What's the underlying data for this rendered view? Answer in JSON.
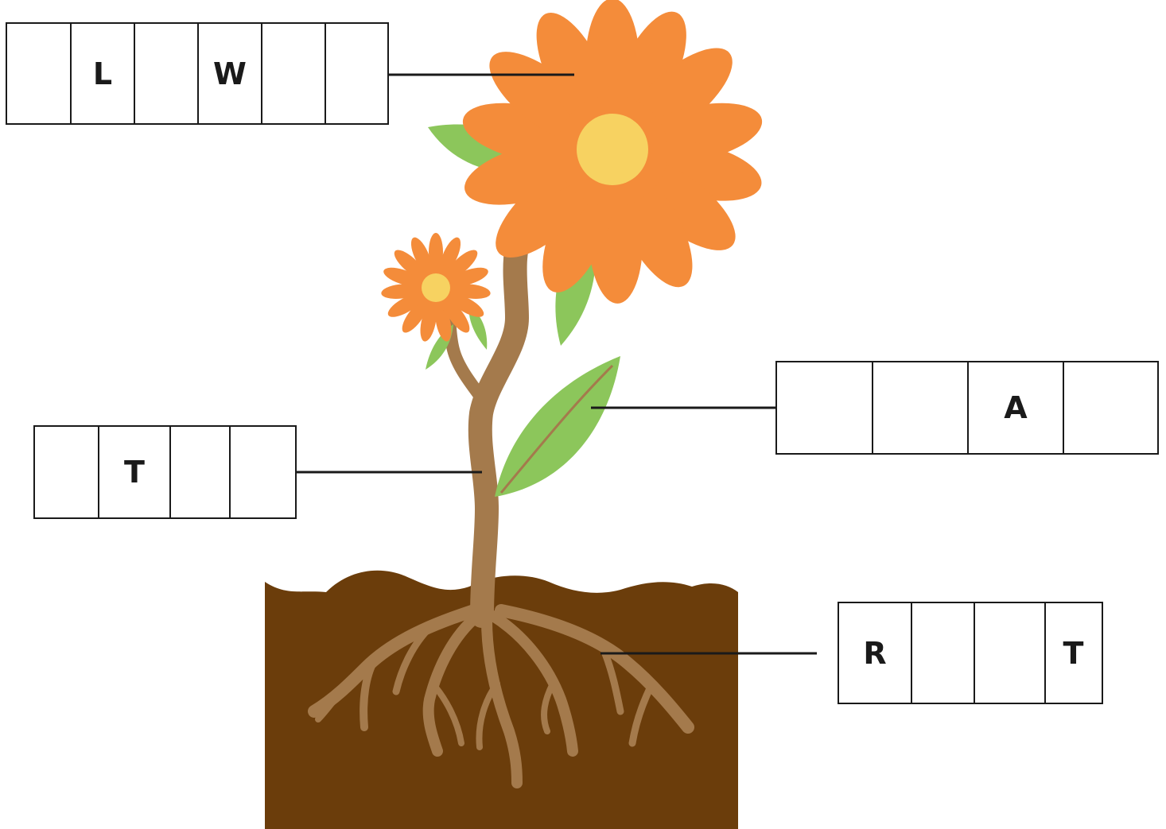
{
  "labels": {
    "flower": {
      "cells": [
        "",
        "L",
        "",
        "W",
        "",
        ""
      ]
    },
    "stem": {
      "cells": [
        "",
        "T",
        "",
        ""
      ]
    },
    "leaf": {
      "cells": [
        "",
        "",
        "A",
        ""
      ]
    },
    "root": {
      "cells": [
        "R",
        "",
        "",
        "T"
      ]
    }
  },
  "colors": {
    "petal": "#f48c3a",
    "flower_center": "#f7d261",
    "leaf": "#8cc65b",
    "stem": "#a47a4c",
    "soil": "#6b3d0b",
    "root": "#a47a4c",
    "line": "#1a1a1a"
  }
}
